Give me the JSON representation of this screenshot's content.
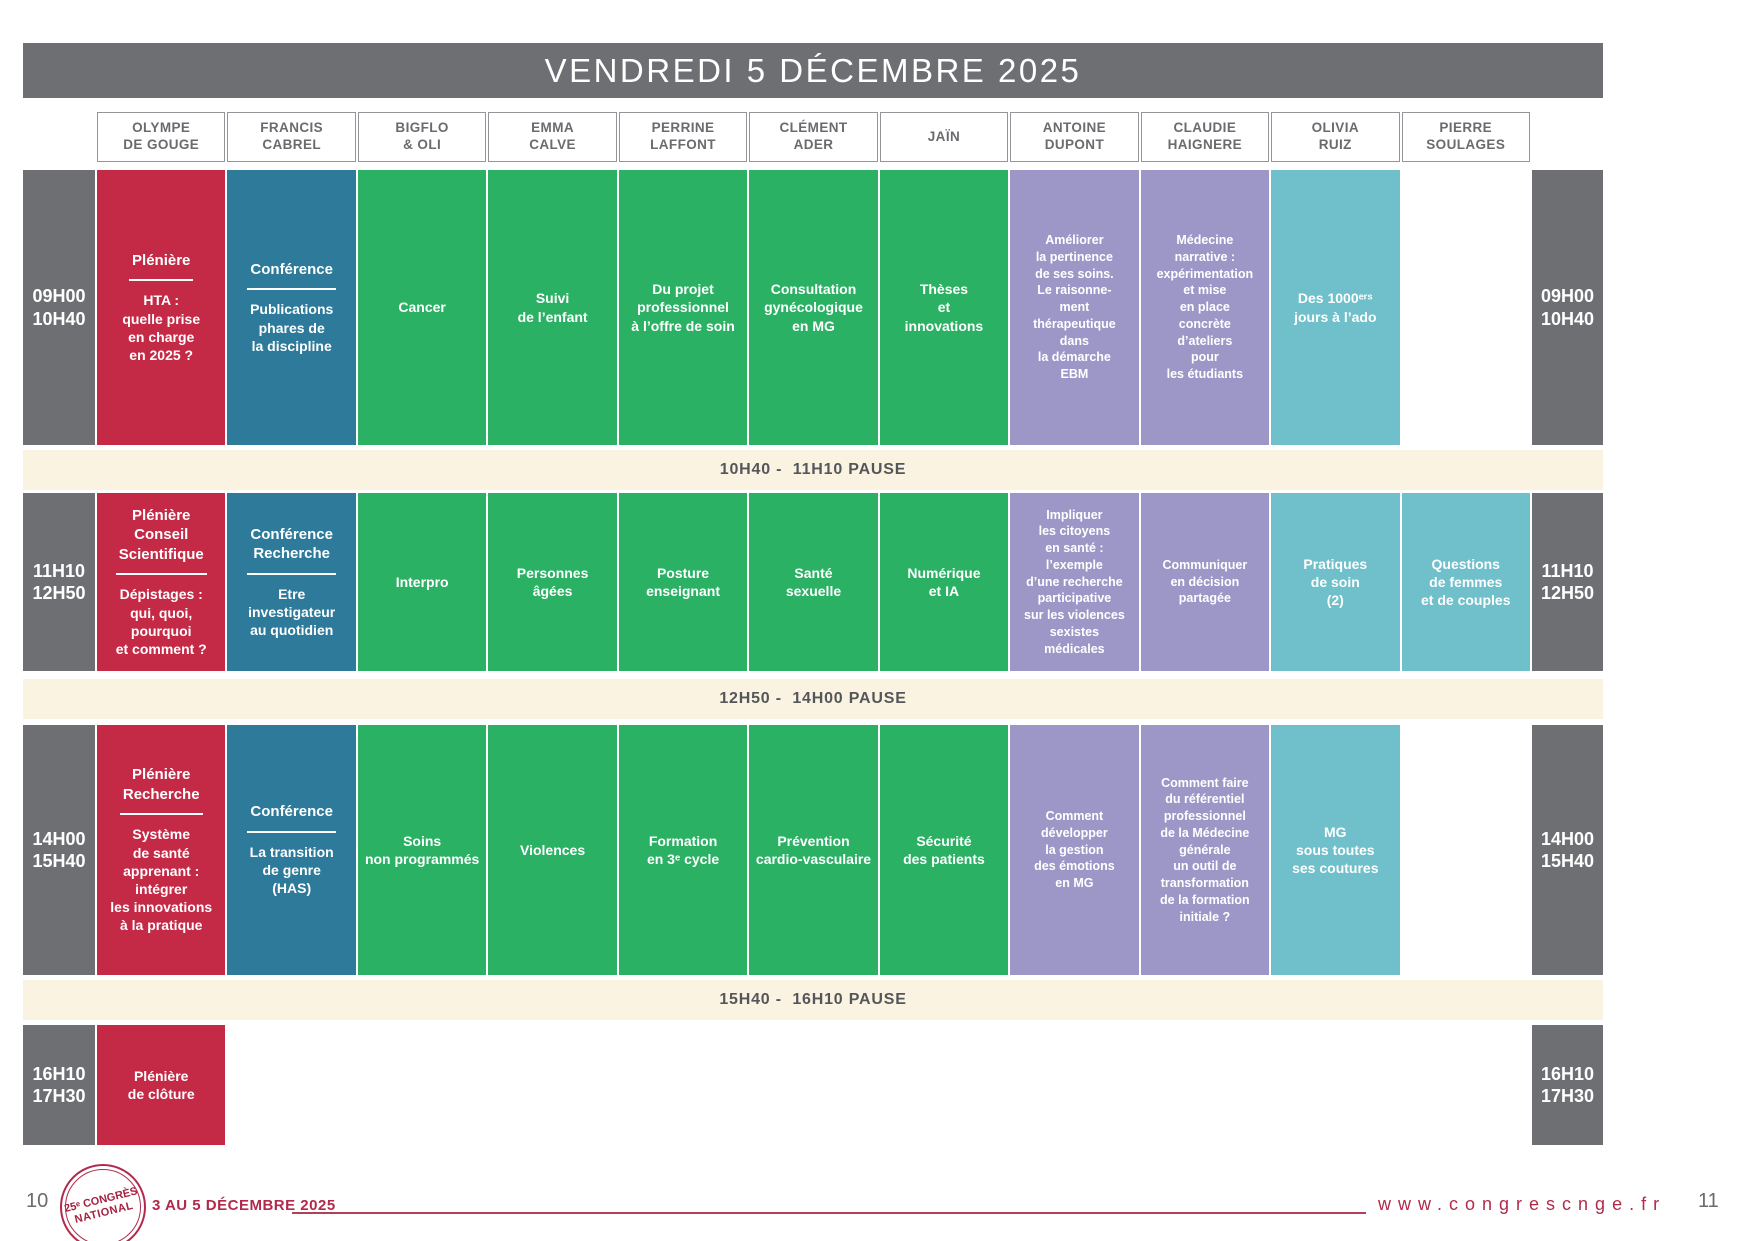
{
  "title": "VENDREDI 5 DÉCEMBRE 2025",
  "columns": [
    "OLYMPE\nDE GOUGE",
    "FRANCIS\nCABREL",
    "BIGFLO\n& OLI",
    "EMMA\nCALVE",
    "PERRINE\nLAFFONT",
    "CLÉMENT\nADER",
    "JAÏN",
    "ANTOINE\nDUPONT",
    "CLAUDIE\nHAIGNERE",
    "OLIVIA\nRUIZ",
    "PIERRE\nSOULAGES"
  ],
  "rows": [
    {
      "time": "09H00\n10H40",
      "cells": [
        {
          "category": "pleniere",
          "header": "Plénière",
          "text": "HTA :\nquelle prise\nen charge\nen 2025 ?"
        },
        {
          "category": "conference",
          "header": "Conférence",
          "text": "Publications\nphares de\nla discipline"
        },
        {
          "category": "session",
          "text": "Cancer"
        },
        {
          "category": "session",
          "text": "Suivi\nde l’enfant"
        },
        {
          "category": "session",
          "text": "Du projet\nprofessionnel\nà l’offre de soin"
        },
        {
          "category": "session",
          "text": "Consultation\ngynécologique\nen MG"
        },
        {
          "category": "session",
          "text": "Thèses\net\ninnovations"
        },
        {
          "category": "atelier",
          "text": "Améliorer\nla pertinence\nde ses soins.\nLe raisonne-\nment\nthérapeutique\ndans\nla démarche\nEBM"
        },
        {
          "category": "atelier",
          "text": "Médecine\nnarrative :\nexpérimentation\net mise\nen place\nconcrète\nd’ateliers\npour\nles étudiants"
        },
        {
          "category": "special",
          "text": "Des 1000ᵉʳˢ\njours à l’ado"
        },
        {
          "category": "empty",
          "text": ""
        }
      ]
    },
    {
      "time": "11H10\n12H50",
      "cells": [
        {
          "category": "pleniere",
          "header": "Plénière\nConseil\nScientifique",
          "text": "Dépistages :\nqui, quoi,\npourquoi\net comment ?"
        },
        {
          "category": "conference",
          "header": "Conférence\nRecherche",
          "text": "Etre\ninvestigateur\nau quotidien"
        },
        {
          "category": "session",
          "text": "Interpro"
        },
        {
          "category": "session",
          "text": "Personnes\nâgées"
        },
        {
          "category": "session",
          "text": "Posture\nenseignant"
        },
        {
          "category": "session",
          "text": "Santé\nsexuelle"
        },
        {
          "category": "session",
          "text": "Numérique\net IA"
        },
        {
          "category": "atelier",
          "text": "Impliquer\nles citoyens\nen santé :\nl’exemple\nd’une recherche\nparticipative\nsur les violences\nsexistes\nmédicales"
        },
        {
          "category": "atelier",
          "text": "Communiquer\nen décision\npartagée"
        },
        {
          "category": "special",
          "text": "Pratiques\nde soin\n(2)"
        },
        {
          "category": "special",
          "text": "Questions\nde femmes\net de couples"
        }
      ]
    },
    {
      "time": "14H00\n15H40",
      "cells": [
        {
          "category": "pleniere",
          "header": "Plénière\nRecherche",
          "text": "Système\nde santé\napprenant :\nintégrer\nles innovations\nà la pratique"
        },
        {
          "category": "conference",
          "header": "Conférence",
          "text": "La transition\nde genre\n(HAS)"
        },
        {
          "category": "session",
          "text": "Soins\nnon programmés"
        },
        {
          "category": "session",
          "text": "Violences"
        },
        {
          "category": "session",
          "text": "Formation\nen 3ᵉ cycle"
        },
        {
          "category": "session",
          "text": "Prévention\ncardio-vasculaire"
        },
        {
          "category": "session",
          "text": "Sécurité\ndes patients"
        },
        {
          "category": "atelier",
          "text": "Comment\ndévelopper\nla gestion\ndes émotions\nen MG"
        },
        {
          "category": "atelier",
          "text": "Comment faire\ndu référentiel\nprofessionnel\nde la Médecine\ngénérale\nun outil de\ntransformation\nde la formation\ninitiale ?"
        },
        {
          "category": "special",
          "text": "MG\nsous toutes\nses coutures"
        },
        {
          "category": "empty",
          "text": ""
        }
      ]
    },
    {
      "time": "16H10\n17H30",
      "cells": [
        {
          "category": "pleniere",
          "text": "Plénière\nde clôture"
        }
      ]
    }
  ],
  "pauses": [
    "10H40 -  11H10 PAUSE",
    "12H50 -  14H00 PAUSE",
    "15H40 -  16H10 PAUSE"
  ],
  "footer": {
    "page_left": "10",
    "page_right": "11",
    "logo_top": "25ᵉ CONGRÈS",
    "logo_bottom": "NATIONAL",
    "dates": "3 AU 5 DÉCEMBRE 2025",
    "url": "www.congrescnge.fr"
  },
  "colors": {
    "header_gray": "#6E6F72",
    "pleniere_red": "#C42946",
    "conference_blue": "#2E7A9B",
    "session_green": "#2BB164",
    "atelier_purple": "#9D97C7",
    "special_teal": "#6FC0CA",
    "pause_cream": "#FAF3E2",
    "footer_crimson": "#B22A4B"
  }
}
